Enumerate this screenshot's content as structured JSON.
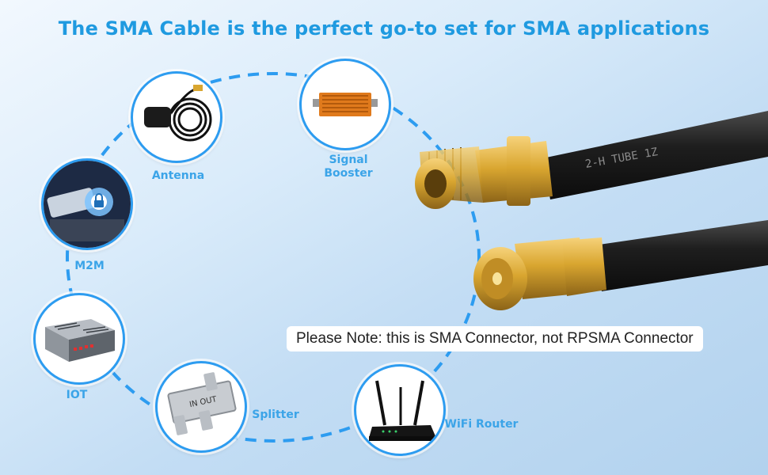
{
  "title": "The SMA Cable is the perfect go-to set for SMA applications",
  "applications": [
    {
      "label": "Antenna",
      "icon": "gps-antenna-icon"
    },
    {
      "label": "Signal\nBooster",
      "icon": "signal-booster-icon"
    },
    {
      "label": "M2M",
      "icon": "m2m-camera-icon"
    },
    {
      "label": "IOT",
      "icon": "iot-device-icon"
    },
    {
      "label": "Splitter",
      "icon": "splitter-icon"
    },
    {
      "label": "WiFi Router",
      "icon": "wifi-router-icon"
    }
  ],
  "note": "Please Note: this is SMA Connector, not RPSMA Connector",
  "cable_print": "2-H TUBE 1Z",
  "colors": {
    "title": "#1f9ae0",
    "ring": "#2d9cf0",
    "label": "#3ba4e8",
    "connector_gold": "#d9a630",
    "cable_black": "#1e1e1e"
  }
}
